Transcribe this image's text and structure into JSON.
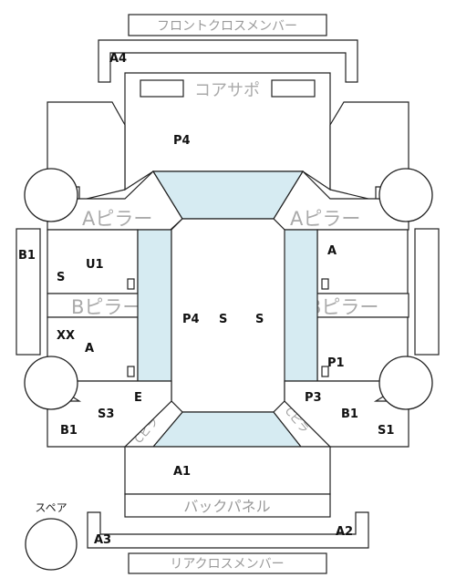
{
  "labels": {
    "front_cross_member": "フロントクロスメンバー",
    "core_support": "コアサポ",
    "a_pillar_left": "Aピラー",
    "a_pillar_right": "Aピラー",
    "b_pillar_left": "Bピラー",
    "b_pillar_right": "Bピラー",
    "c_left": "Cピラ",
    "c_right": "Cピラ",
    "back_panel": "バックパネル",
    "spare": "スペア",
    "rear_cross_member": "リアクロスメンバー"
  },
  "grades": {
    "a4": "A4",
    "p4_hood": "P4",
    "b1_side": "B1",
    "s_left": "S",
    "u1": "U1",
    "a_right_front": "A",
    "p4_roof": "P4",
    "s_roof1": "S",
    "s_roof2": "S",
    "xx": "XX",
    "a_left_rear": "A",
    "p1": "P1",
    "e": "E",
    "p3": "P3",
    "s3": "S3",
    "b1_rear_right": "B1",
    "b1_rear_left": "B1",
    "s1": "S1",
    "a1": "A1",
    "a3": "A3",
    "a2": "A2"
  },
  "colors": {
    "glass": "#d6ebf2",
    "outline": "#222222",
    "ghost_text": "#9a9a9a"
  }
}
